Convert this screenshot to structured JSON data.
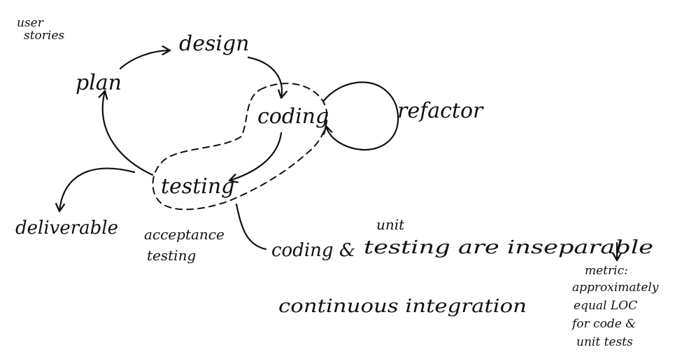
{
  "diagram": {
    "nodes": {
      "user_stories": [
        "user",
        "stories"
      ],
      "plan": "plan",
      "design": "design",
      "coding": "coding",
      "refactor": "refactor",
      "testing": "testing",
      "deliverable": "deliverable",
      "acceptance_testing": [
        "acceptance",
        "testing"
      ]
    },
    "notes": {
      "inseparable_prefix": "coding &",
      "inseparable_unit": "unit",
      "inseparable_rest": "testing are inseparable",
      "continuous_integration": "continuous integration",
      "metric": [
        "metric:",
        "approximately",
        "equal LOC",
        "for code &",
        "unit tests"
      ]
    },
    "ink_color": "#111111"
  }
}
